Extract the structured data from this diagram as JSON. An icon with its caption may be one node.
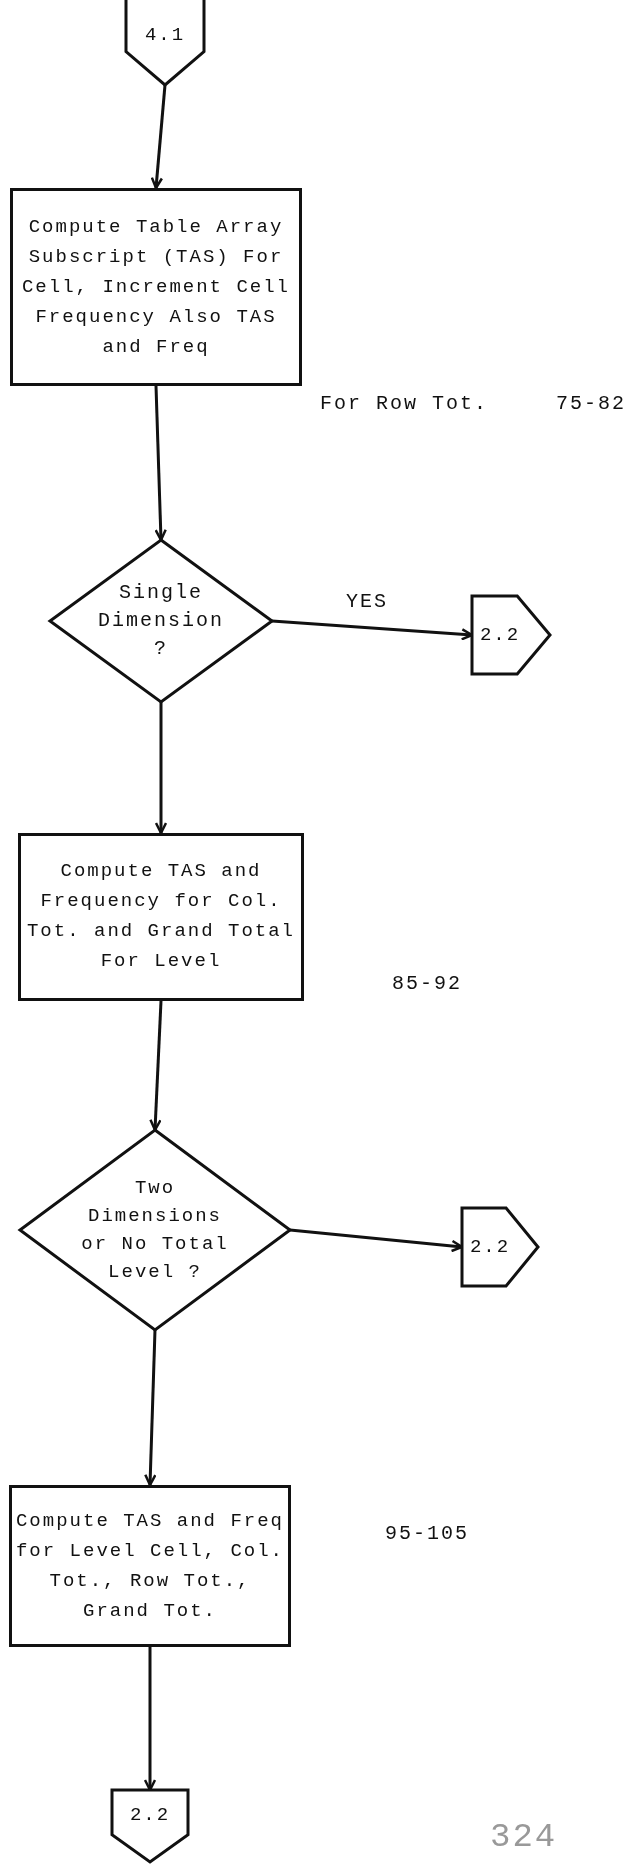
{
  "diagram": {
    "nodes": [
      {
        "text": [
          "4.1"
        ]
      },
      {
        "text": [
          "Compute Table Array Subscript (TAS) For Cell, Increment Cell Frequency Also TAS and Freq"
        ],
        "beside": [
          "For Row Tot.",
          "75-82"
        ]
      },
      {
        "text": [
          "Single Dimension ?"
        ]
      },
      {
        "text": [
          "2.2"
        ]
      },
      {
        "text": [
          "Compute TAS and Frequency for Col. Tot. and Grand Total For Level"
        ]
      },
      {
        "text": [
          "Two Dimensions or No Total Level ?"
        ]
      },
      {
        "text": [
          "2.2"
        ]
      },
      {
        "text": [
          "Compute TAS and Freq for Level Cell, Col. Tot., Row Tot., Grand Tot."
        ]
      },
      {
        "text": [
          "2.2"
        ]
      }
    ],
    "edges": [
      {
        "from": 0,
        "to": 1,
        "arrow": "to"
      },
      {
        "from": 1,
        "to": 2,
        "arrow": "to"
      },
      {
        "from": 2,
        "to": 3,
        "arrow": "to",
        "label": "YES"
      },
      {
        "from": 2,
        "to": 4,
        "arrow": "to"
      },
      {
        "from": 4,
        "to": 5,
        "arrow": "to"
      },
      {
        "from": 5,
        "to": 6,
        "arrow": "to"
      },
      {
        "from": 5,
        "to": 7,
        "arrow": "to"
      },
      {
        "from": 7,
        "to": 8,
        "arrow": "to"
      }
    ],
    "labels": [
      "85-92",
      "95-105",
      "324"
    ]
  }
}
